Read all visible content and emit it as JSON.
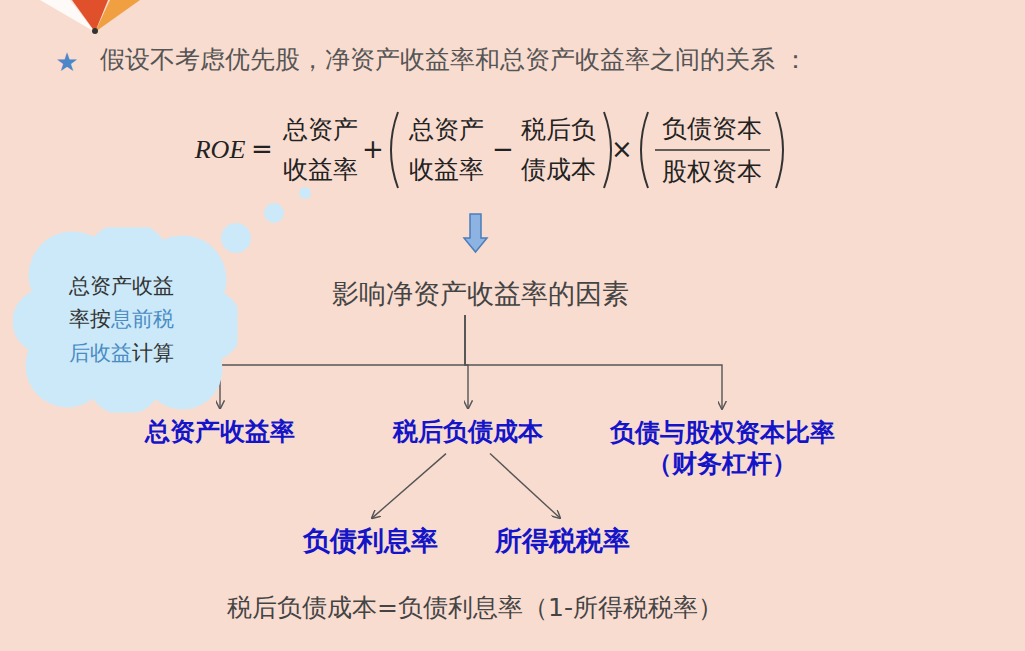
{
  "diagram": {
    "title": "假设不考虑优先股，净资产收益率和总资产收益率之间的关系 ：",
    "nodes": [
      {
        "text": [
          "总资产收益率按",
          "息前税后收益",
          "计算"
        ]
      },
      {
        "text": [
          "影响净资产收益率的因素"
        ]
      },
      {
        "text": [
          "总资产收益率"
        ]
      },
      {
        "text": [
          "税后负债成本"
        ]
      },
      {
        "text": [
          "负债与股权资本比率",
          "（财务杠杆）"
        ]
      },
      {
        "text": [
          "负债利息率"
        ]
      },
      {
        "text": [
          "所得税税率"
        ]
      }
    ],
    "edges": [
      {
        "from": 1,
        "to": 2,
        "arrow": "to"
      },
      {
        "from": 1,
        "to": 3,
        "arrow": "to"
      },
      {
        "from": 1,
        "to": 4,
        "arrow": "to"
      },
      {
        "from": 3,
        "to": 5,
        "arrow": "to"
      },
      {
        "from": 3,
        "to": 6,
        "arrow": "to"
      }
    ],
    "labels": [
      "★",
      "ROE",
      "=",
      "总资产 收益率",
      "+",
      "总资产 收益率",
      "−",
      "税后负 债成本",
      "×",
      "负债资本",
      "股权资本",
      "税后负债成本=负债利息率（1-所得税税率）"
    ]
  }
}
